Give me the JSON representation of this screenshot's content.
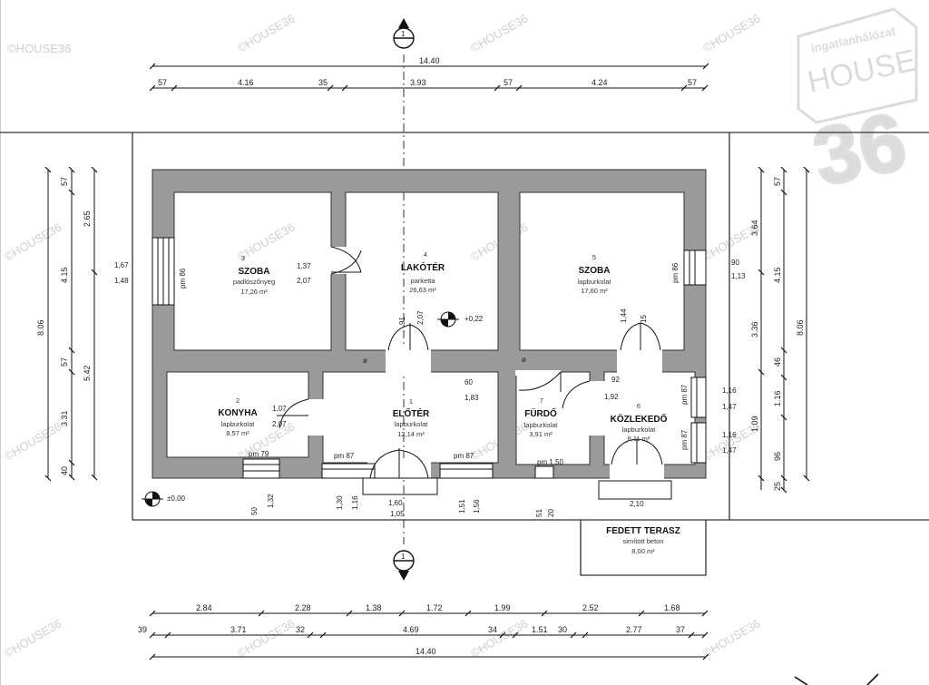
{
  "watermark": "©HOUSE36",
  "logo": {
    "line1": "ingatlanhálózat",
    "line2": "HOUSE",
    "digits": "36"
  },
  "section_marks": {
    "top": "1",
    "bottom": "1"
  },
  "dimensions": {
    "top_total": "14.40",
    "top_segments": [
      "57",
      "4.16",
      "35",
      "3.93",
      "57",
      "4.24",
      "57"
    ],
    "bottom_row1": [
      "2.84",
      "2.28",
      "1.38",
      "1.72",
      "1.99",
      "2.52",
      "1.68"
    ],
    "bottom_row2": [
      "39",
      "3.71",
      "32",
      "4.69",
      "34",
      "1.51",
      "30",
      "2.77",
      "37"
    ],
    "bottom_total": "14.40",
    "left_outer": "8.06",
    "left_mid": [
      "2.65",
      "5.42"
    ],
    "left_inner": [
      "57",
      "4.15",
      "57",
      "3.31",
      "40"
    ],
    "right_outer": "8.06",
    "right_mid": [
      "3.64",
      "3.36",
      "1.09"
    ],
    "right_inner": [
      "57",
      "4.15",
      "46",
      "1.16",
      "96",
      "25"
    ]
  },
  "rooms": [
    {
      "num": "3",
      "name": "SZOBA",
      "floor": "padlószőnyeg",
      "area": "17,26 m²"
    },
    {
      "num": "4",
      "name": "LAKÓTÉR",
      "floor": "parketta",
      "area": "26,63 m²"
    },
    {
      "num": "5",
      "name": "SZOBA",
      "floor": "lapburkolat",
      "area": "17,60 m²"
    },
    {
      "num": "2",
      "name": "KONYHA",
      "floor": "lapburkolat",
      "area": "8,57 m²"
    },
    {
      "num": "1",
      "name": "ELŐTÉR",
      "floor": "lapburkolat",
      "area": "12,14 m²"
    },
    {
      "num": "7",
      "name": "FÜRDŐ",
      "floor": "lapburkolat",
      "area": "3,91 m²"
    },
    {
      "num": "6",
      "name": "KÖZLEKEDŐ",
      "floor": "lapburkolat",
      "area": "8,11 m²"
    },
    {
      "num": "",
      "name": "FEDETT TERASZ",
      "floor": "simított beton",
      "area": "8,00 m²"
    }
  ],
  "openings": {
    "w_left": [
      "1,67",
      "1,48",
      "pm 86"
    ],
    "d_34": [
      "1,37",
      "2,07"
    ],
    "d_lakoter": [
      "91",
      "2,07"
    ],
    "w_right": [
      "pm 86",
      "90",
      "1,13"
    ],
    "d_5": [
      "1,44",
      "15"
    ],
    "d_konyha": [
      "1,07",
      "2,07"
    ],
    "d_fur": [
      "60",
      "1,83"
    ],
    "d_koz": [
      "92",
      "1,92"
    ],
    "w_r1": [
      "pm 87",
      "1,16",
      "1,47"
    ],
    "w_r2": [
      "pm 87",
      "1,16",
      "1,47"
    ],
    "w_konyha": [
      "pm 79",
      "1,32",
      "50"
    ],
    "w_eloter_l": [
      "pm 87",
      "1,30",
      "1,16"
    ],
    "w_eloter_r": [
      "pm 87",
      "1,51",
      "1,56"
    ],
    "w_fur": [
      "pm 1,50",
      "51",
      "20"
    ],
    "d_entry": [
      "1,60",
      "1,05"
    ],
    "d_terasz": [
      "2,10"
    ]
  },
  "levels": {
    "lakoter": "+0,22",
    "outside": "±0,00"
  },
  "symbols": {
    "chimney": "ø"
  }
}
